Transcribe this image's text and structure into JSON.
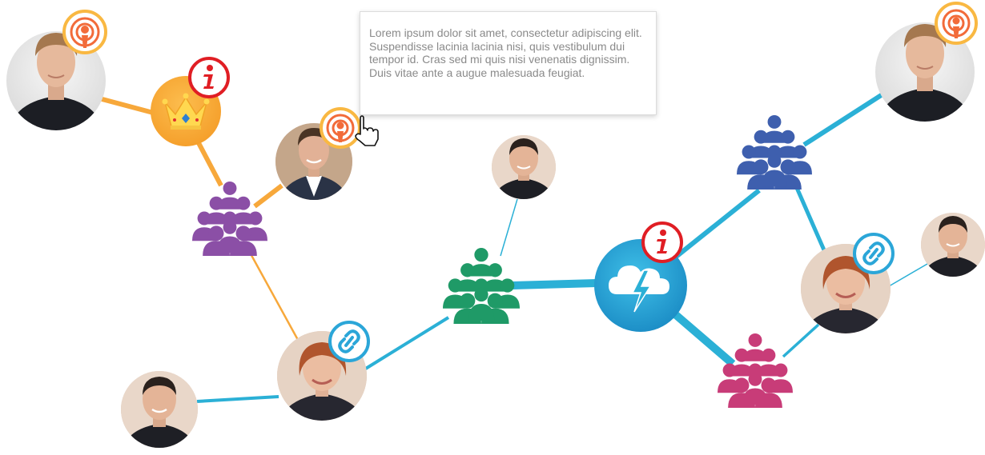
{
  "tooltip": {
    "text": "Lorem ipsum dolor sit amet, consectetur adipiscing elit. Suspendisse lacinia lacinia nisi, quis vestibulum dui tempor id. Cras sed mi quis nisi venenatis dignissim. Duis vitae ante a augue malesuada feugiat."
  },
  "colors": {
    "orange": "#f7a83b",
    "blue_line": "#2bb0d6",
    "purple": "#8b4fa6",
    "green": "#1f9a67",
    "navy": "#3e5fae",
    "magenta": "#c83c78",
    "info_red": "#e01e24",
    "podcast_orange": "#f26b3a",
    "link_blue": "#2ba6d8"
  },
  "nodes": [
    {
      "id": "person-top-left",
      "kind": "person",
      "variant": "young-man",
      "badge": "podcast-icon"
    },
    {
      "id": "crown-hub",
      "kind": "hub",
      "icon": "crown-icon",
      "badge": "info-icon"
    },
    {
      "id": "person-suit",
      "kind": "person",
      "variant": "suit-man",
      "badge": "podcast-icon"
    },
    {
      "id": "group-purple",
      "kind": "group",
      "color": "purple"
    },
    {
      "id": "person-woman-center",
      "kind": "person",
      "variant": "woman",
      "badge": "link-icon"
    },
    {
      "id": "person-bottom-left",
      "kind": "person",
      "variant": "bald-man"
    },
    {
      "id": "group-green",
      "kind": "group",
      "color": "green"
    },
    {
      "id": "person-top-middle",
      "kind": "person",
      "variant": "bald-man"
    },
    {
      "id": "cloud-hub",
      "kind": "hub",
      "icon": "cloud-lightning-icon",
      "badge": "info-icon"
    },
    {
      "id": "group-navy",
      "kind": "group",
      "color": "navy"
    },
    {
      "id": "person-top-right",
      "kind": "person",
      "variant": "young-man",
      "badge": "podcast-icon"
    },
    {
      "id": "person-woman-right",
      "kind": "person",
      "variant": "woman",
      "badge": "link-icon"
    },
    {
      "id": "person-right",
      "kind": "person",
      "variant": "bald-man"
    },
    {
      "id": "group-magenta",
      "kind": "group",
      "color": "magenta"
    }
  ],
  "cursor": "hand-pointer-icon"
}
